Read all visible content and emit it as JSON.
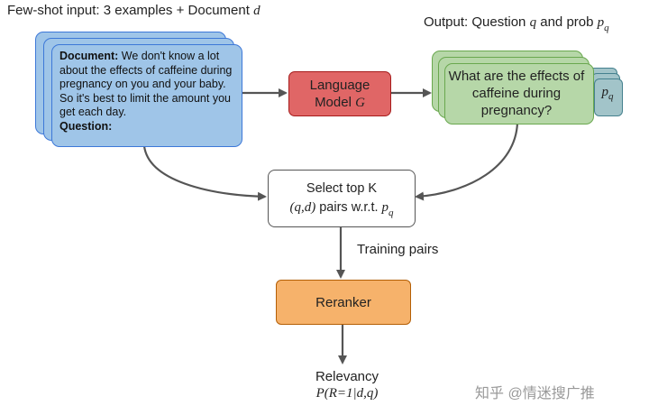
{
  "header": {
    "input_title": "Few-shot input: 3 examples + Document",
    "input_var": "d",
    "output_title": "Output: Question",
    "output_var_q": "q",
    "output_and": "and prob",
    "output_var_p": "p",
    "output_var_p_sub": "q"
  },
  "document_card": {
    "doc_label": "Document:",
    "doc_text": "We don't know a lot about the effects of caffeine during pregnancy on you and your baby. So it's best to limit the amount you get each day.",
    "question_label": "Question:"
  },
  "language_model": {
    "line1": "Language",
    "line2_prefix": "Model",
    "var": "G"
  },
  "output_card": {
    "question_text": "What are the effects of caffeine during pregnancy?",
    "prob_var": "p",
    "prob_sub": "q"
  },
  "select_box": {
    "line1": "Select top K",
    "var_pair": "(q,d)",
    "line2_mid": "pairs w.r.t.",
    "var_p": "p",
    "var_p_sub": "q"
  },
  "training_label": "Training pairs",
  "reranker_label": "Reranker",
  "relevancy": {
    "label": "Relevancy",
    "formula": "P(R=1|d,q)"
  },
  "watermark": "知乎 @情迷搜广推",
  "colors": {
    "doc_fill": "#9fc5e8",
    "doc_border": "#3d78d8",
    "lm_fill": "#e06666",
    "out_fill": "#b6d7a8",
    "pq_fill": "#a2c4c9",
    "reranker_fill": "#f6b26b",
    "arrow": "#555555"
  }
}
